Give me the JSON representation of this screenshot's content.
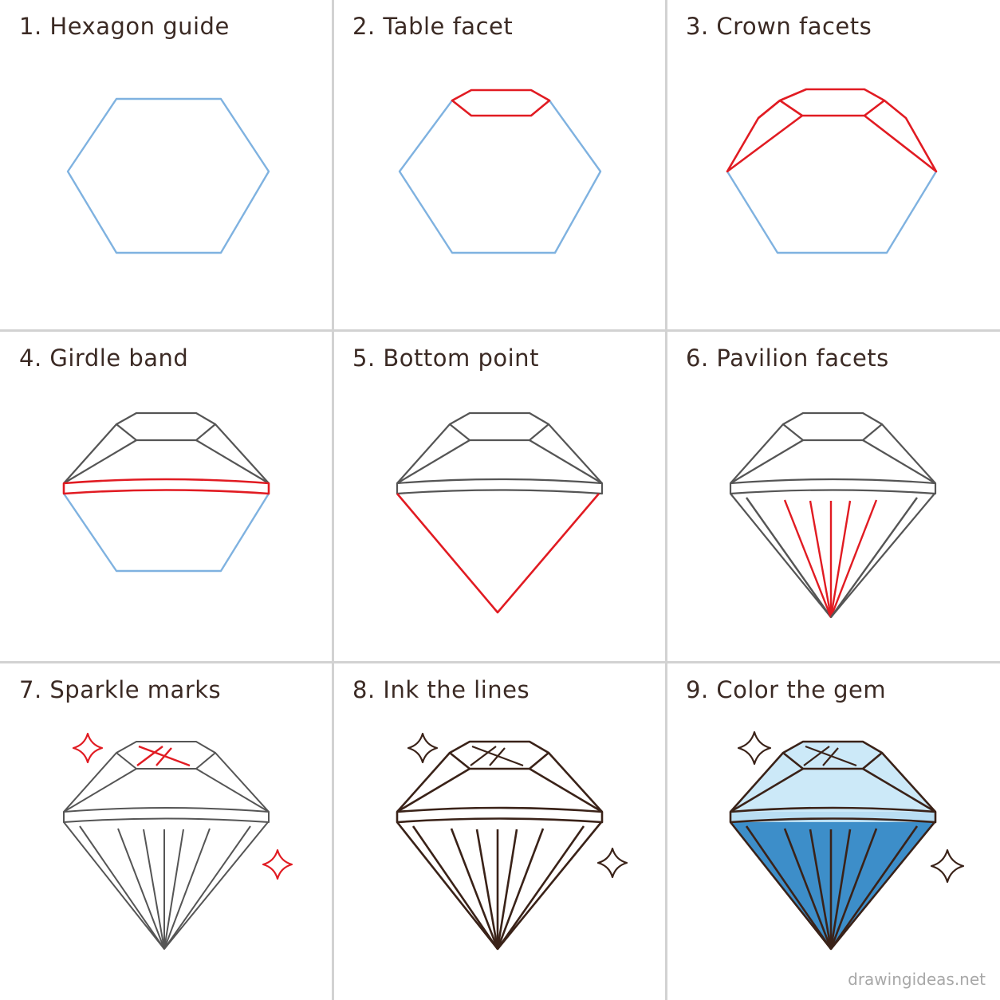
{
  "colors": {
    "guide": "#7fb2e0",
    "new_step": "#e11b22",
    "pencil": "#555555",
    "ink": "#3a2218",
    "gem_light": "#cce9f8",
    "gem_dark": "#3d8ec9",
    "divider": "#d2d2d2",
    "title": "#3b2a24"
  },
  "steps": [
    {
      "title": "1. Hexagon guide"
    },
    {
      "title": "2. Table facet"
    },
    {
      "title": "3. Crown facets"
    },
    {
      "title": "4. Girdle band"
    },
    {
      "title": "5. Bottom point"
    },
    {
      "title": "6. Pavilion facets"
    },
    {
      "title": "7. Sparkle marks"
    },
    {
      "title": "8. Ink the lines"
    },
    {
      "title": "9. Color the gem"
    }
  ],
  "watermark": "drawingideas.net"
}
